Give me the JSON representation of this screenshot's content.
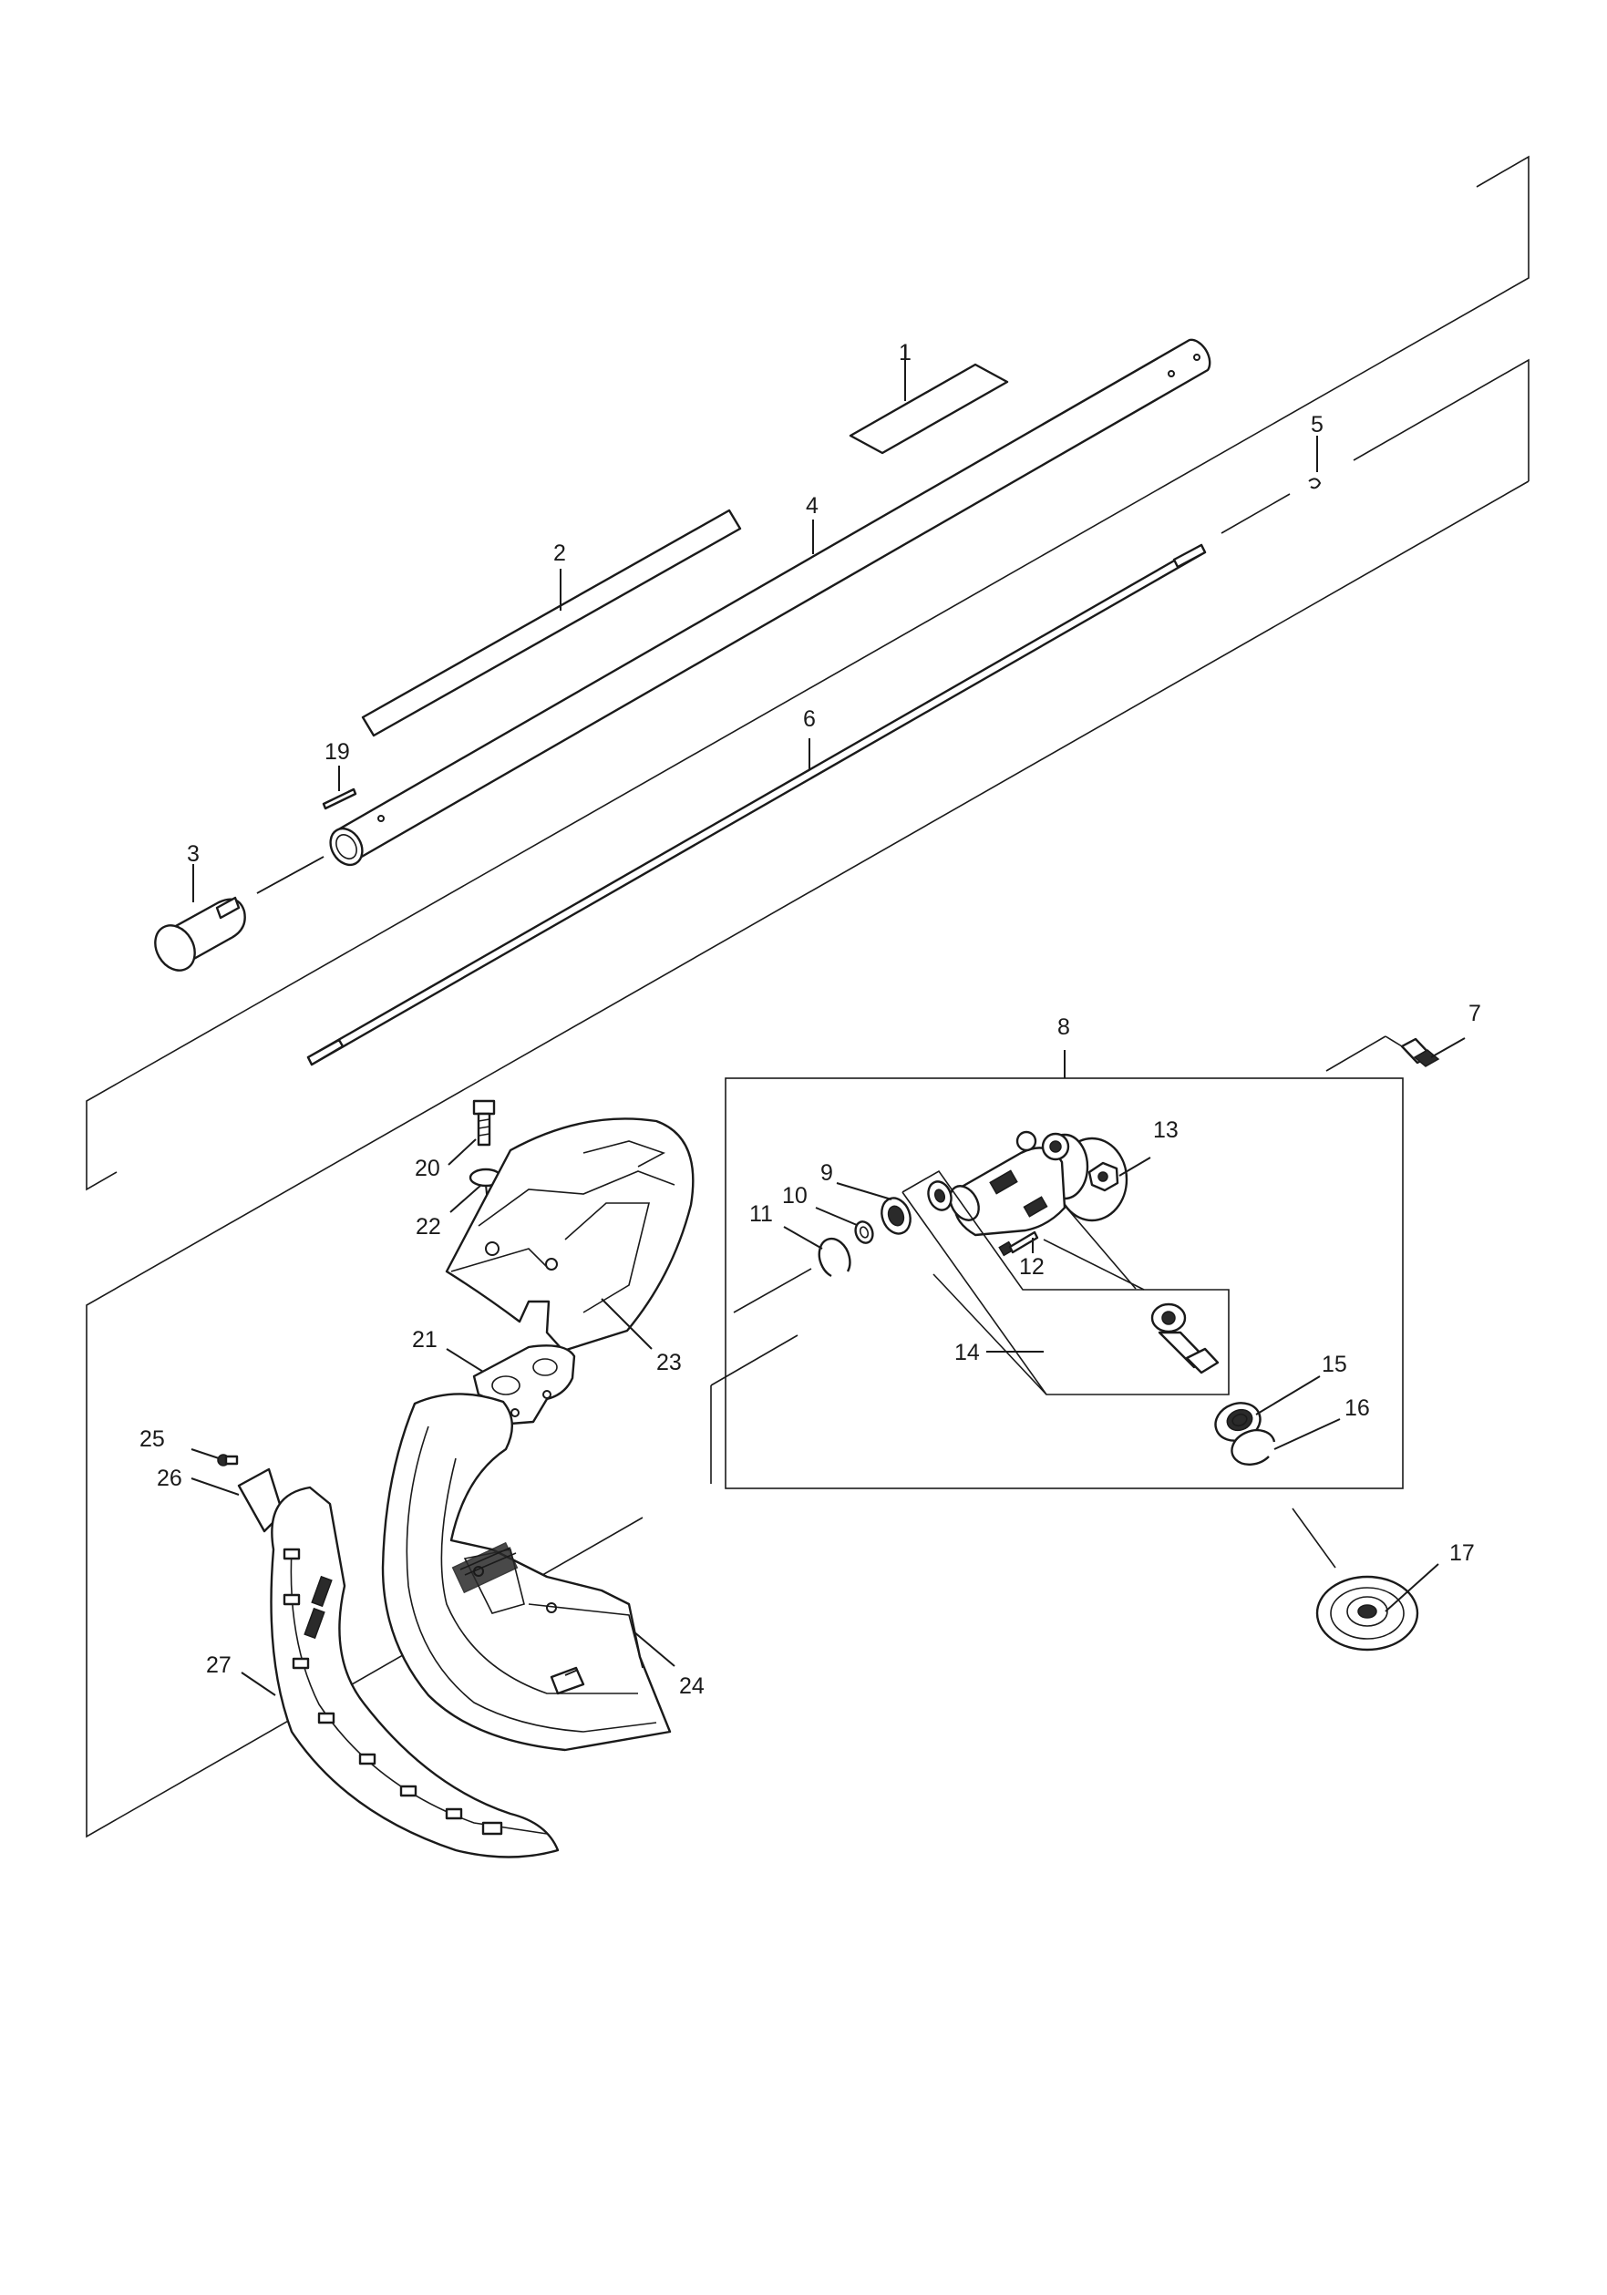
{
  "diagram": {
    "callouts": [
      {
        "id": "label-1",
        "text": "1"
      },
      {
        "id": "label-2",
        "text": "2"
      },
      {
        "id": "label-3",
        "text": "3"
      },
      {
        "id": "label-4",
        "text": "4"
      },
      {
        "id": "label-5",
        "text": "5"
      },
      {
        "id": "label-6",
        "text": "6"
      },
      {
        "id": "label-7",
        "text": "7"
      },
      {
        "id": "label-8",
        "text": "8"
      },
      {
        "id": "label-9",
        "text": "9"
      },
      {
        "id": "label-10",
        "text": "10"
      },
      {
        "id": "label-11",
        "text": "11"
      },
      {
        "id": "label-12",
        "text": "12"
      },
      {
        "id": "label-13",
        "text": "13"
      },
      {
        "id": "label-14",
        "text": "14"
      },
      {
        "id": "label-15",
        "text": "15"
      },
      {
        "id": "label-16",
        "text": "16"
      },
      {
        "id": "label-17",
        "text": "17"
      },
      {
        "id": "label-19",
        "text": "19"
      },
      {
        "id": "label-20",
        "text": "20"
      },
      {
        "id": "label-21",
        "text": "21"
      },
      {
        "id": "label-22",
        "text": "22"
      },
      {
        "id": "label-23",
        "text": "23"
      },
      {
        "id": "label-24",
        "text": "24"
      },
      {
        "id": "label-25",
        "text": "25"
      },
      {
        "id": "label-26",
        "text": "26"
      },
      {
        "id": "label-27",
        "text": "27"
      }
    ]
  }
}
